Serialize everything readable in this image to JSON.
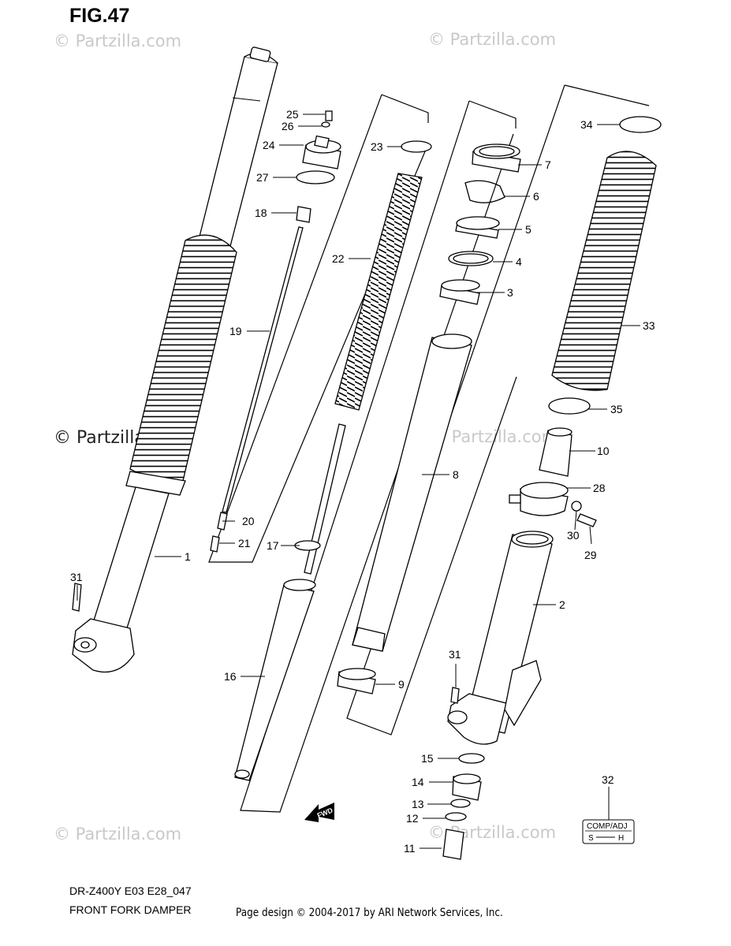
{
  "figure": {
    "title": "FIG.47",
    "model_code": "DR-Z400Y E03 E28_047",
    "subtitle": "FRONT FORK DAMPER",
    "credit": "Page design © 2004-2017 by ARI Network Services, Inc."
  },
  "watermarks": {
    "light": "© Partzilla.com",
    "dark": "© Partzilla.com"
  },
  "badge": {
    "top": "COMP/ADJ",
    "bottom_left": "S",
    "bottom_right": "H"
  },
  "fwd_label": "FWD",
  "callouts": [
    {
      "num": "1"
    },
    {
      "num": "2"
    },
    {
      "num": "3"
    },
    {
      "num": "4"
    },
    {
      "num": "5"
    },
    {
      "num": "6"
    },
    {
      "num": "7"
    },
    {
      "num": "8"
    },
    {
      "num": "9"
    },
    {
      "num": "10"
    },
    {
      "num": "11"
    },
    {
      "num": "12"
    },
    {
      "num": "13"
    },
    {
      "num": "14"
    },
    {
      "num": "15"
    },
    {
      "num": "16"
    },
    {
      "num": "17"
    },
    {
      "num": "18"
    },
    {
      "num": "19"
    },
    {
      "num": "20"
    },
    {
      "num": "21"
    },
    {
      "num": "22"
    },
    {
      "num": "23"
    },
    {
      "num": "24"
    },
    {
      "num": "25"
    },
    {
      "num": "26"
    },
    {
      "num": "27"
    },
    {
      "num": "28"
    },
    {
      "num": "29"
    },
    {
      "num": "30"
    },
    {
      "num": "31"
    },
    {
      "num": "31"
    },
    {
      "num": "32"
    },
    {
      "num": "33"
    },
    {
      "num": "34"
    },
    {
      "num": "35"
    }
  ]
}
